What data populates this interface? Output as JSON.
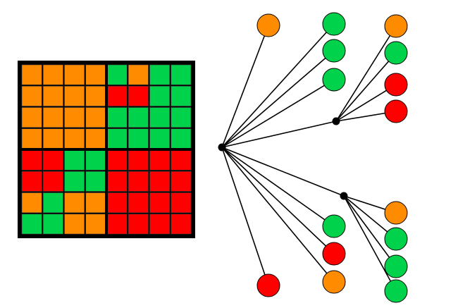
{
  "colors": {
    "orange": "#ff8c00",
    "green": "#00d24b",
    "red": "#ff0000",
    "grid_border": "#000000",
    "cell_line": "#3a3a3a",
    "edge": "#000000",
    "node": "#000000"
  },
  "grid": {
    "size": 8,
    "cells": [
      [
        "O",
        "O",
        "O",
        "O",
        "G",
        "O",
        "G",
        "G"
      ],
      [
        "O",
        "O",
        "O",
        "O",
        "R",
        "R",
        "G",
        "G"
      ],
      [
        "O",
        "O",
        "O",
        "O",
        "G",
        "G",
        "G",
        "G"
      ],
      [
        "O",
        "O",
        "O",
        "O",
        "G",
        "G",
        "G",
        "G"
      ],
      [
        "R",
        "R",
        "G",
        "G",
        "R",
        "R",
        "R",
        "R"
      ],
      [
        "R",
        "R",
        "G",
        "G",
        "R",
        "R",
        "R",
        "R"
      ],
      [
        "O",
        "G",
        "O",
        "O",
        "R",
        "R",
        "R",
        "R"
      ],
      [
        "G",
        "G",
        "O",
        "O",
        "R",
        "R",
        "R",
        "R"
      ]
    ]
  },
  "tree": {
    "root": {
      "name": "root"
    },
    "children": [
      {
        "name": "leaf-top-left",
        "color": "O"
      },
      {
        "name": "leaf-top-1",
        "color": "G"
      },
      {
        "name": "leaf-top-2",
        "color": "G"
      },
      {
        "name": "leaf-top-3",
        "color": "G"
      },
      {
        "name": "branch-upper",
        "children": [
          "O",
          "G",
          "R",
          "R"
        ]
      },
      {
        "name": "branch-lower",
        "children": [
          "O",
          "G",
          "G",
          "G"
        ]
      },
      {
        "name": "leaf-bottom-1",
        "color": "G"
      },
      {
        "name": "leaf-bottom-2",
        "color": "R"
      },
      {
        "name": "leaf-bottom-3",
        "color": "O"
      },
      {
        "name": "leaf-bottom-left",
        "color": "R"
      }
    ]
  }
}
